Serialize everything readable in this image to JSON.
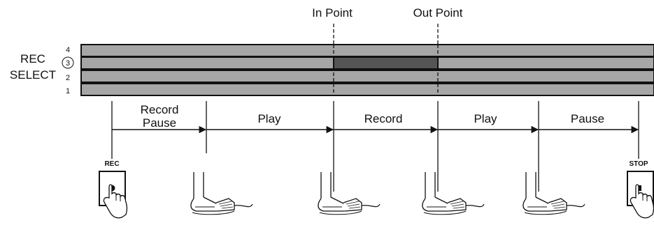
{
  "markers": {
    "in_point": "In Point",
    "out_point": "Out Point"
  },
  "rec_select": {
    "label_line1": "REC",
    "label_line2": "SELECT",
    "tracks": [
      "4",
      "3",
      "2",
      "1"
    ],
    "selected_track": "3"
  },
  "segments": [
    {
      "line1": "Record",
      "line2": "Pause"
    },
    {
      "line1": "Play",
      "line2": ""
    },
    {
      "line1": "Record",
      "line2": ""
    },
    {
      "line1": "Play",
      "line2": ""
    },
    {
      "line1": "Pause",
      "line2": ""
    }
  ],
  "buttons": {
    "rec_label": "REC",
    "stop_label": "STOP"
  },
  "icons": [
    "record-button-icon",
    "pointing-hand-icon",
    "foot-pedal-icon",
    "stop-button-icon"
  ],
  "colors": {
    "track_fill": "#a6a6a6",
    "recorded_region": "#555555",
    "line": "#111111"
  }
}
